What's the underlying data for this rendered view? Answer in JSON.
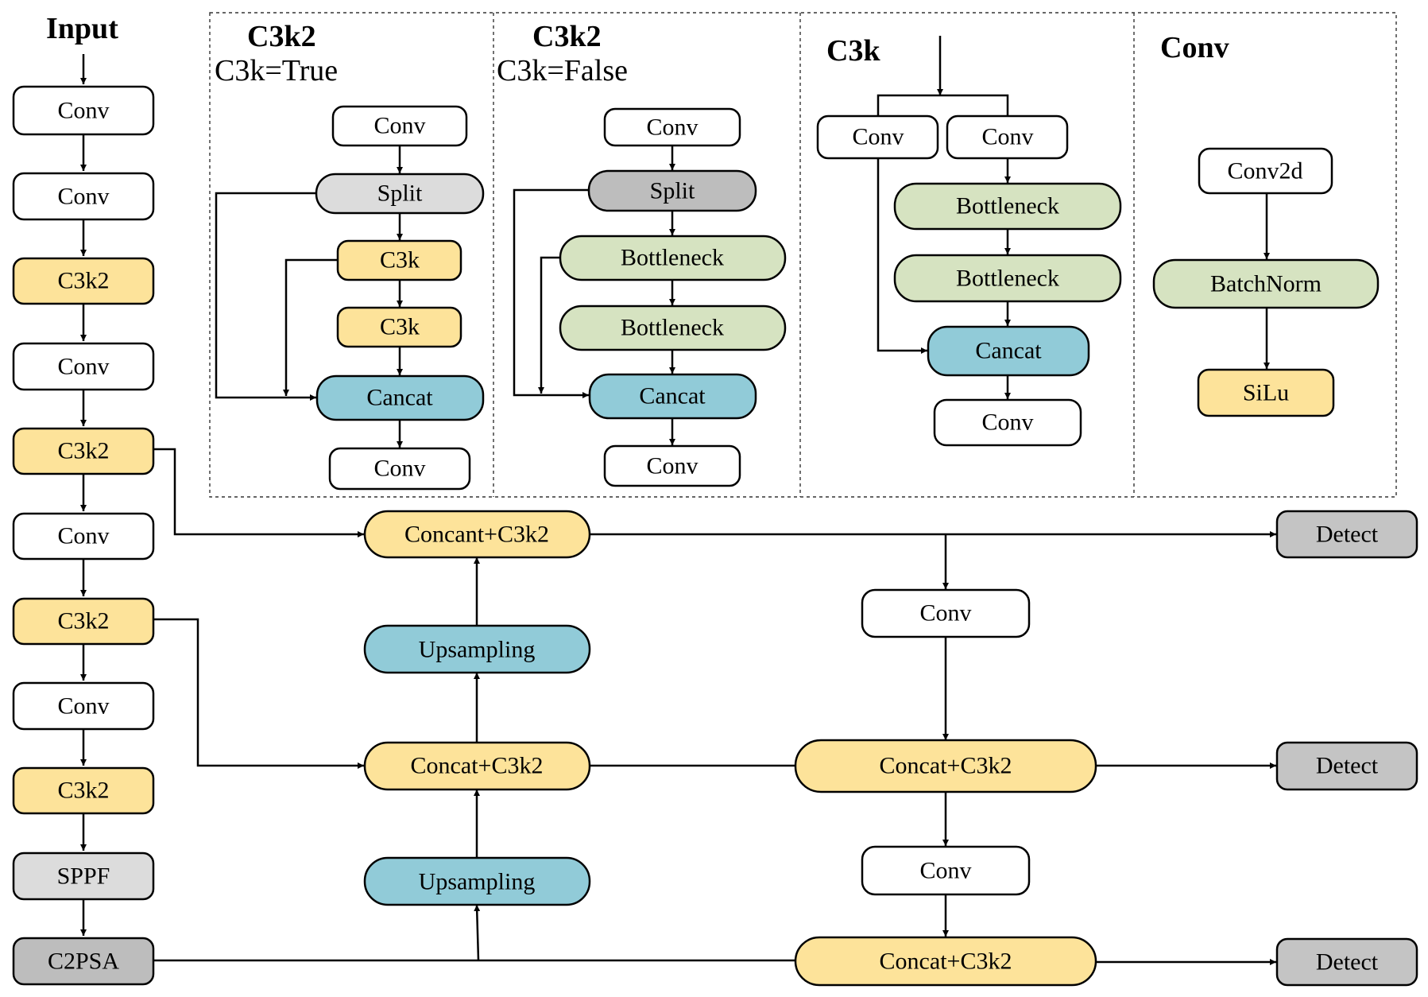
{
  "colors": {
    "conv": "#ffffff",
    "c3k2": "#fde39a",
    "concat": "#91cbd8",
    "bottleneck": "#d6e3c1",
    "split_light": "#dcdcdc",
    "split_dark": "#bdbdbd",
    "detect": "#c4c4c4",
    "stroke": "#000000"
  },
  "backbone": {
    "input_label": "Input",
    "nodes": [
      "Conv",
      "Conv",
      "C3k2",
      "Conv",
      "C3k2",
      "Conv",
      "C3k2",
      "Conv",
      "C3k2",
      "SPPF",
      "C2PSA"
    ]
  },
  "neck": {
    "up_path": [
      "Concant+C3k2",
      "Upsampling",
      "Concat+C3k2",
      "Upsampling"
    ],
    "down_path": [
      "Conv",
      "Concat+C3k2",
      "Conv",
      "Concat+C3k2"
    ]
  },
  "heads": [
    "Detect",
    "Detect",
    "Detect"
  ],
  "panels": {
    "c3k2_true": {
      "title": "C3k2",
      "subtitle": "C3k=True",
      "nodes": [
        "Conv",
        "Split",
        "C3k",
        "C3k",
        "Cancat",
        "Conv"
      ]
    },
    "c3k2_false": {
      "title": "C3k2",
      "subtitle": "C3k=False",
      "nodes": [
        "Conv",
        "Split",
        "Bottleneck",
        "Bottleneck",
        "Cancat",
        "Conv"
      ]
    },
    "c3k": {
      "title": "C3k",
      "nodes": [
        "Conv",
        "Conv",
        "Bottleneck",
        "Bottleneck",
        "Cancat",
        "Conv"
      ]
    },
    "conv": {
      "title": "Conv",
      "nodes": [
        "Conv2d",
        "BatchNorm",
        "SiLu"
      ]
    }
  }
}
